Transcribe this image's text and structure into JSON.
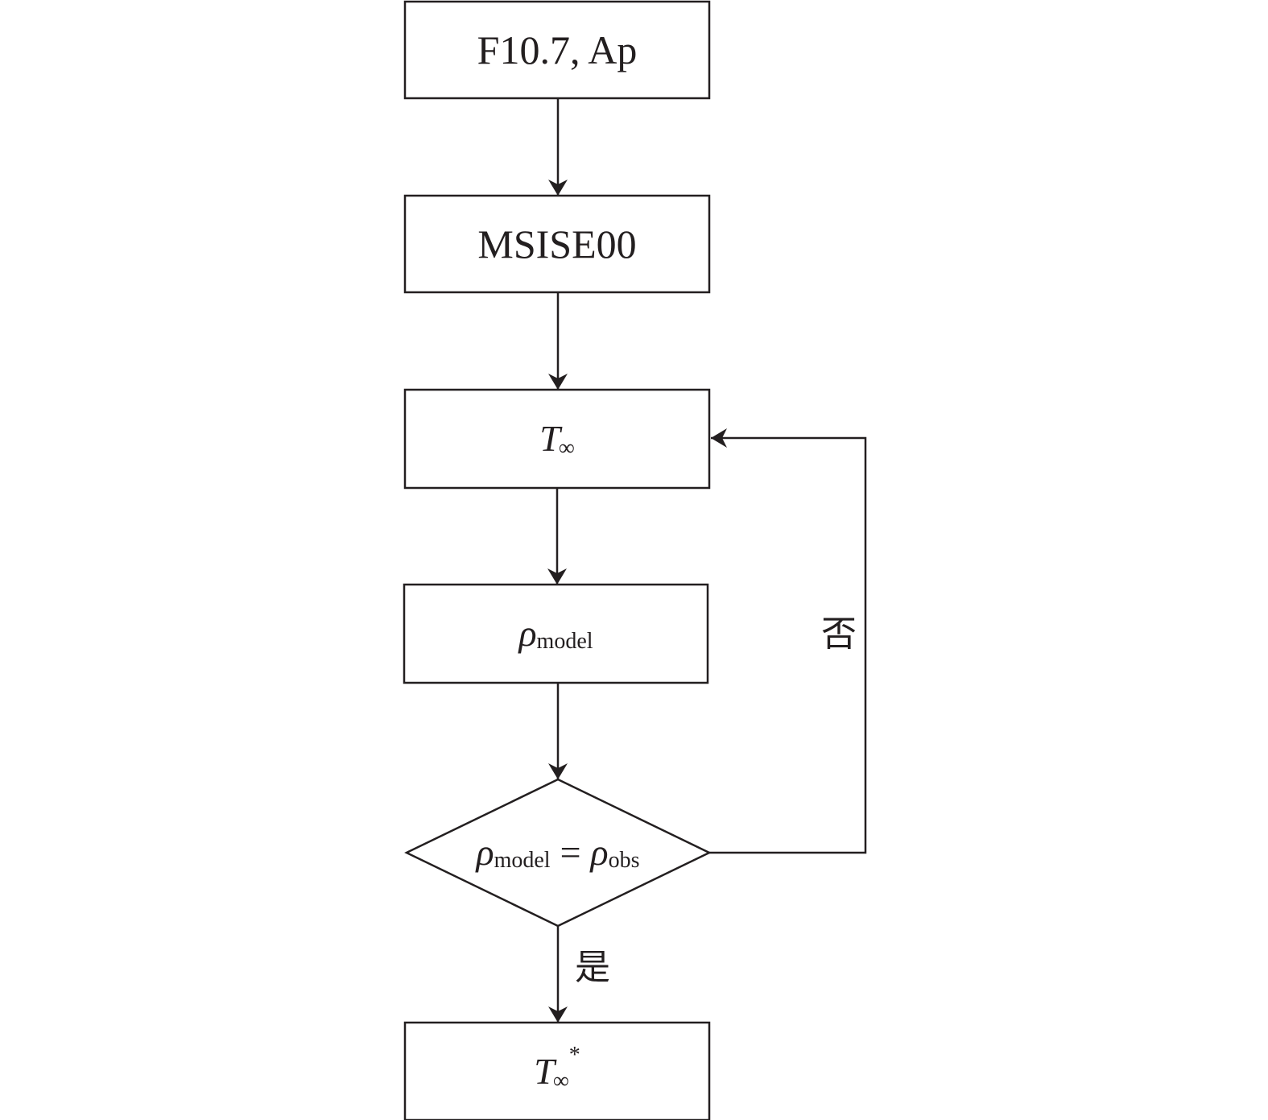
{
  "nodes": {
    "input": {
      "text": "F10.7, Ap"
    },
    "model": {
      "text": "MSISE00"
    },
    "temp": {
      "symbol": "T",
      "subscript": "∞"
    },
    "density": {
      "symbol": "ρ",
      "subscript": "model"
    },
    "decision": {
      "left_symbol": "ρ",
      "left_subscript": "model",
      "operator": "=",
      "right_symbol": "ρ",
      "right_subscript": "obs"
    },
    "output": {
      "symbol": "T",
      "subscript": "∞",
      "superscript": "*"
    }
  },
  "edge_labels": {
    "no": "否",
    "yes": "是"
  },
  "colors": {
    "stroke": "#231f20",
    "background": "#ffffff"
  }
}
